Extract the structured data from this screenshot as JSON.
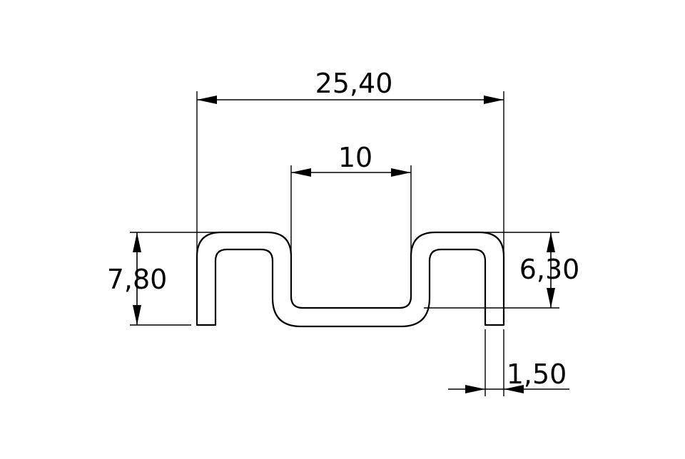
{
  "drawing": {
    "dimensions": {
      "overall_width": "25,40",
      "inner_width": "10",
      "overall_height": "7,80",
      "inner_height": "6,30",
      "thickness": "1,50"
    }
  }
}
